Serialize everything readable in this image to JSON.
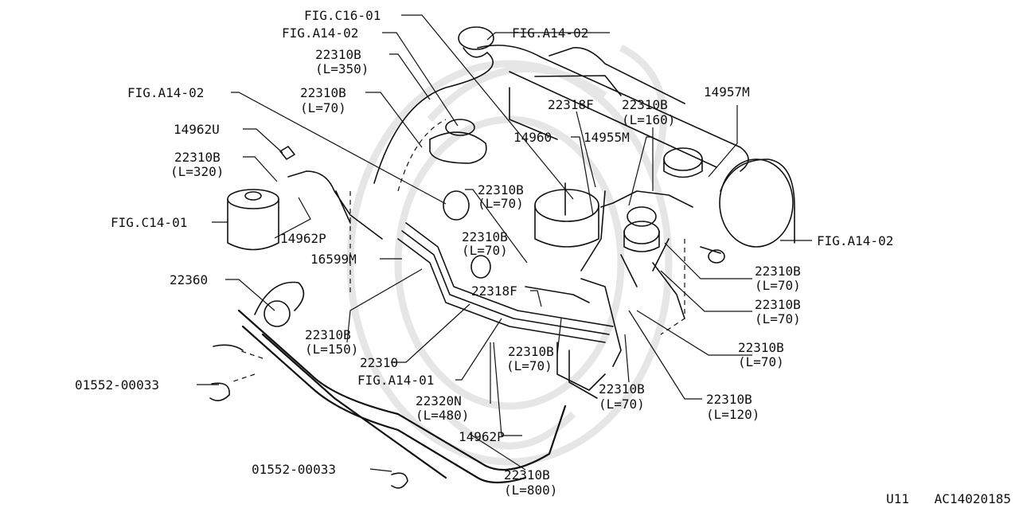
{
  "labels": {
    "fig_c16_01": "FIG.C16-01",
    "fig_a14_02_top_left": "FIG.A14-02",
    "fig_a14_02_top_right": "FIG.A14-02",
    "p22310b_l350": "22310B",
    "l350": "(L=350)",
    "fig_a14_02_left": "FIG.A14-02",
    "p22310b_l70_top": "22310B",
    "l70_top": "(L=70)",
    "p22318f_top": "22318F",
    "p22310b_l160": "22310B",
    "l160": "(L=160)",
    "p14957m": "14957M",
    "p14962u": "14962U",
    "p14960": "14960",
    "p14955m": "14955M",
    "p22310b_l320": "22310B",
    "l320": "(L=320)",
    "p22310b_l70_mid": "22310B",
    "l70_mid": "(L=70)",
    "fig_c14_01": "FIG.C14-01",
    "p22310b_l70_center": "22310B",
    "l70_center": "(L=70)",
    "fig_a14_02_right": "FIG.A14-02",
    "p14962p_left": "14962P",
    "p16599m": "16599M",
    "p22310b_r1": "22310B",
    "l70_r1": "(L=70)",
    "p22360": "22360",
    "p22318f_mid": "22318F",
    "p22310b_r2": "22310B",
    "l70_r2": "(L=70)",
    "p22310b_l150": "22310B",
    "l150": "(L=150)",
    "p22310b_r3": "22310B",
    "l70_r3": "(L=70)",
    "p22310b_low": "22310B",
    "l70_low": "(L=70)",
    "p22310": "22310",
    "fig_a14_01": "FIG.A14-01",
    "p01552_top": "01552-00033",
    "p22310b_bottom_mid": "22310B",
    "l70_bottom_mid": "(L=70)",
    "p22310b_l120": "22310B",
    "l120": "(L=120)",
    "p22320n": "22320N",
    "l480": "(L=480)",
    "p14962p_bottom": "14962P",
    "p01552_bottom": "01552-00033",
    "p22310b_l800": "22310B",
    "l800": "(L=800)"
  },
  "footer": {
    "code1": "U11",
    "code2": "AC14020185"
  }
}
